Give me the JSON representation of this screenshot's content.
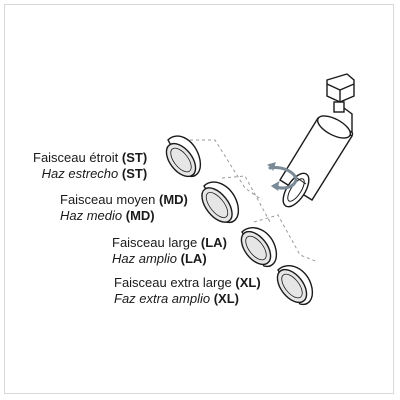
{
  "beams": [
    {
      "code": "(ST)",
      "fr": "Faisceau étroit",
      "es": "Haz estrecho"
    },
    {
      "code": "(MD)",
      "fr": "Faisceau moyen",
      "es": "Haz medio"
    },
    {
      "code": "(LA)",
      "fr": "Faisceau large",
      "es": "Haz amplio"
    },
    {
      "code": "(XL)",
      "fr": "Faisceau extra large",
      "es": "Faz extra amplio"
    }
  ],
  "colors": {
    "line": "#1a1a1a",
    "lens": "#e6e6e6",
    "arrow": "#7a8a96",
    "dashed": "#9a9a9a"
  }
}
